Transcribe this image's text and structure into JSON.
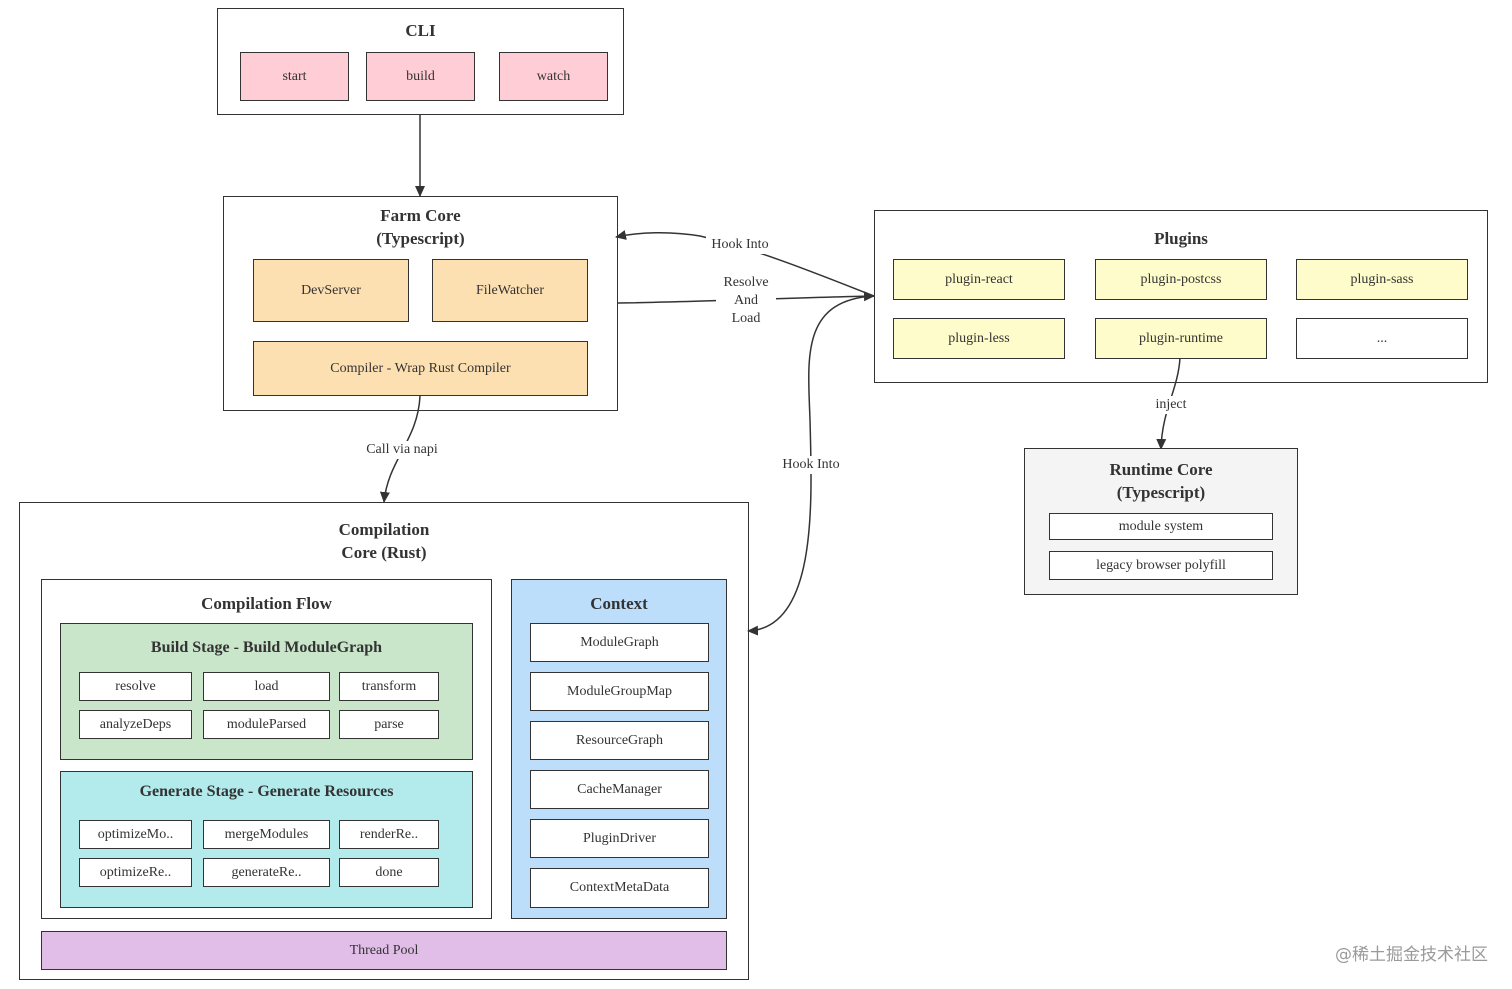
{
  "cli": {
    "title": "CLI",
    "commands": [
      "start",
      "build",
      "watch"
    ]
  },
  "farm_core": {
    "title": "Farm Core\n(Typescript)",
    "dev_server": "DevServer",
    "file_watcher": "FileWatcher",
    "compiler": "Compiler - Wrap Rust Compiler"
  },
  "plugins": {
    "title": "Plugins",
    "items": [
      "plugin-react",
      "plugin-postcss",
      "plugin-sass",
      "plugin-less",
      "plugin-runtime",
      "..."
    ]
  },
  "runtime_core": {
    "title": "Runtime Core\n(Typescript)",
    "items": [
      "module system",
      "legacy browser polyfill"
    ]
  },
  "compilation_core": {
    "title": "Compilation\nCore (Rust)",
    "flow": {
      "title": "Compilation Flow",
      "build_stage": {
        "title": "Build Stage - Build ModuleGraph",
        "items": [
          "resolve",
          "load",
          "transform",
          "analyzeDeps",
          "moduleParsed",
          "parse"
        ]
      },
      "generate_stage": {
        "title": "Generate Stage - Generate Resources",
        "items": [
          "optimizeMo..",
          "mergeModules",
          "renderRe..",
          "optimizeRe..",
          "generateRe..",
          "done"
        ]
      }
    },
    "context": {
      "title": "Context",
      "items": [
        "ModuleGraph",
        "ModuleGroupMap",
        "ResourceGraph",
        "CacheManager",
        "PluginDriver",
        "ContextMetaData"
      ]
    },
    "thread_pool": "Thread Pool"
  },
  "edges": {
    "hook_into_core": "Hook Into",
    "resolve_and_load": "Resolve\nAnd\nLoad",
    "call_via_napi": "Call via napi",
    "hook_into_context": "Hook Into",
    "inject": "inject"
  },
  "watermark": "@稀土掘金技术社区",
  "colors": {
    "cli_cmd": "#ffcdd6",
    "farm_core_item": "#fde0b2",
    "plugin_item": "#fffccb",
    "build_stage": "#c9e6ca",
    "generate_stage": "#b3eaec",
    "context": "#bcdefb",
    "thread_pool": "#e1bee7",
    "runtime_core": "#f4f4f4",
    "stroke": "#333333"
  }
}
